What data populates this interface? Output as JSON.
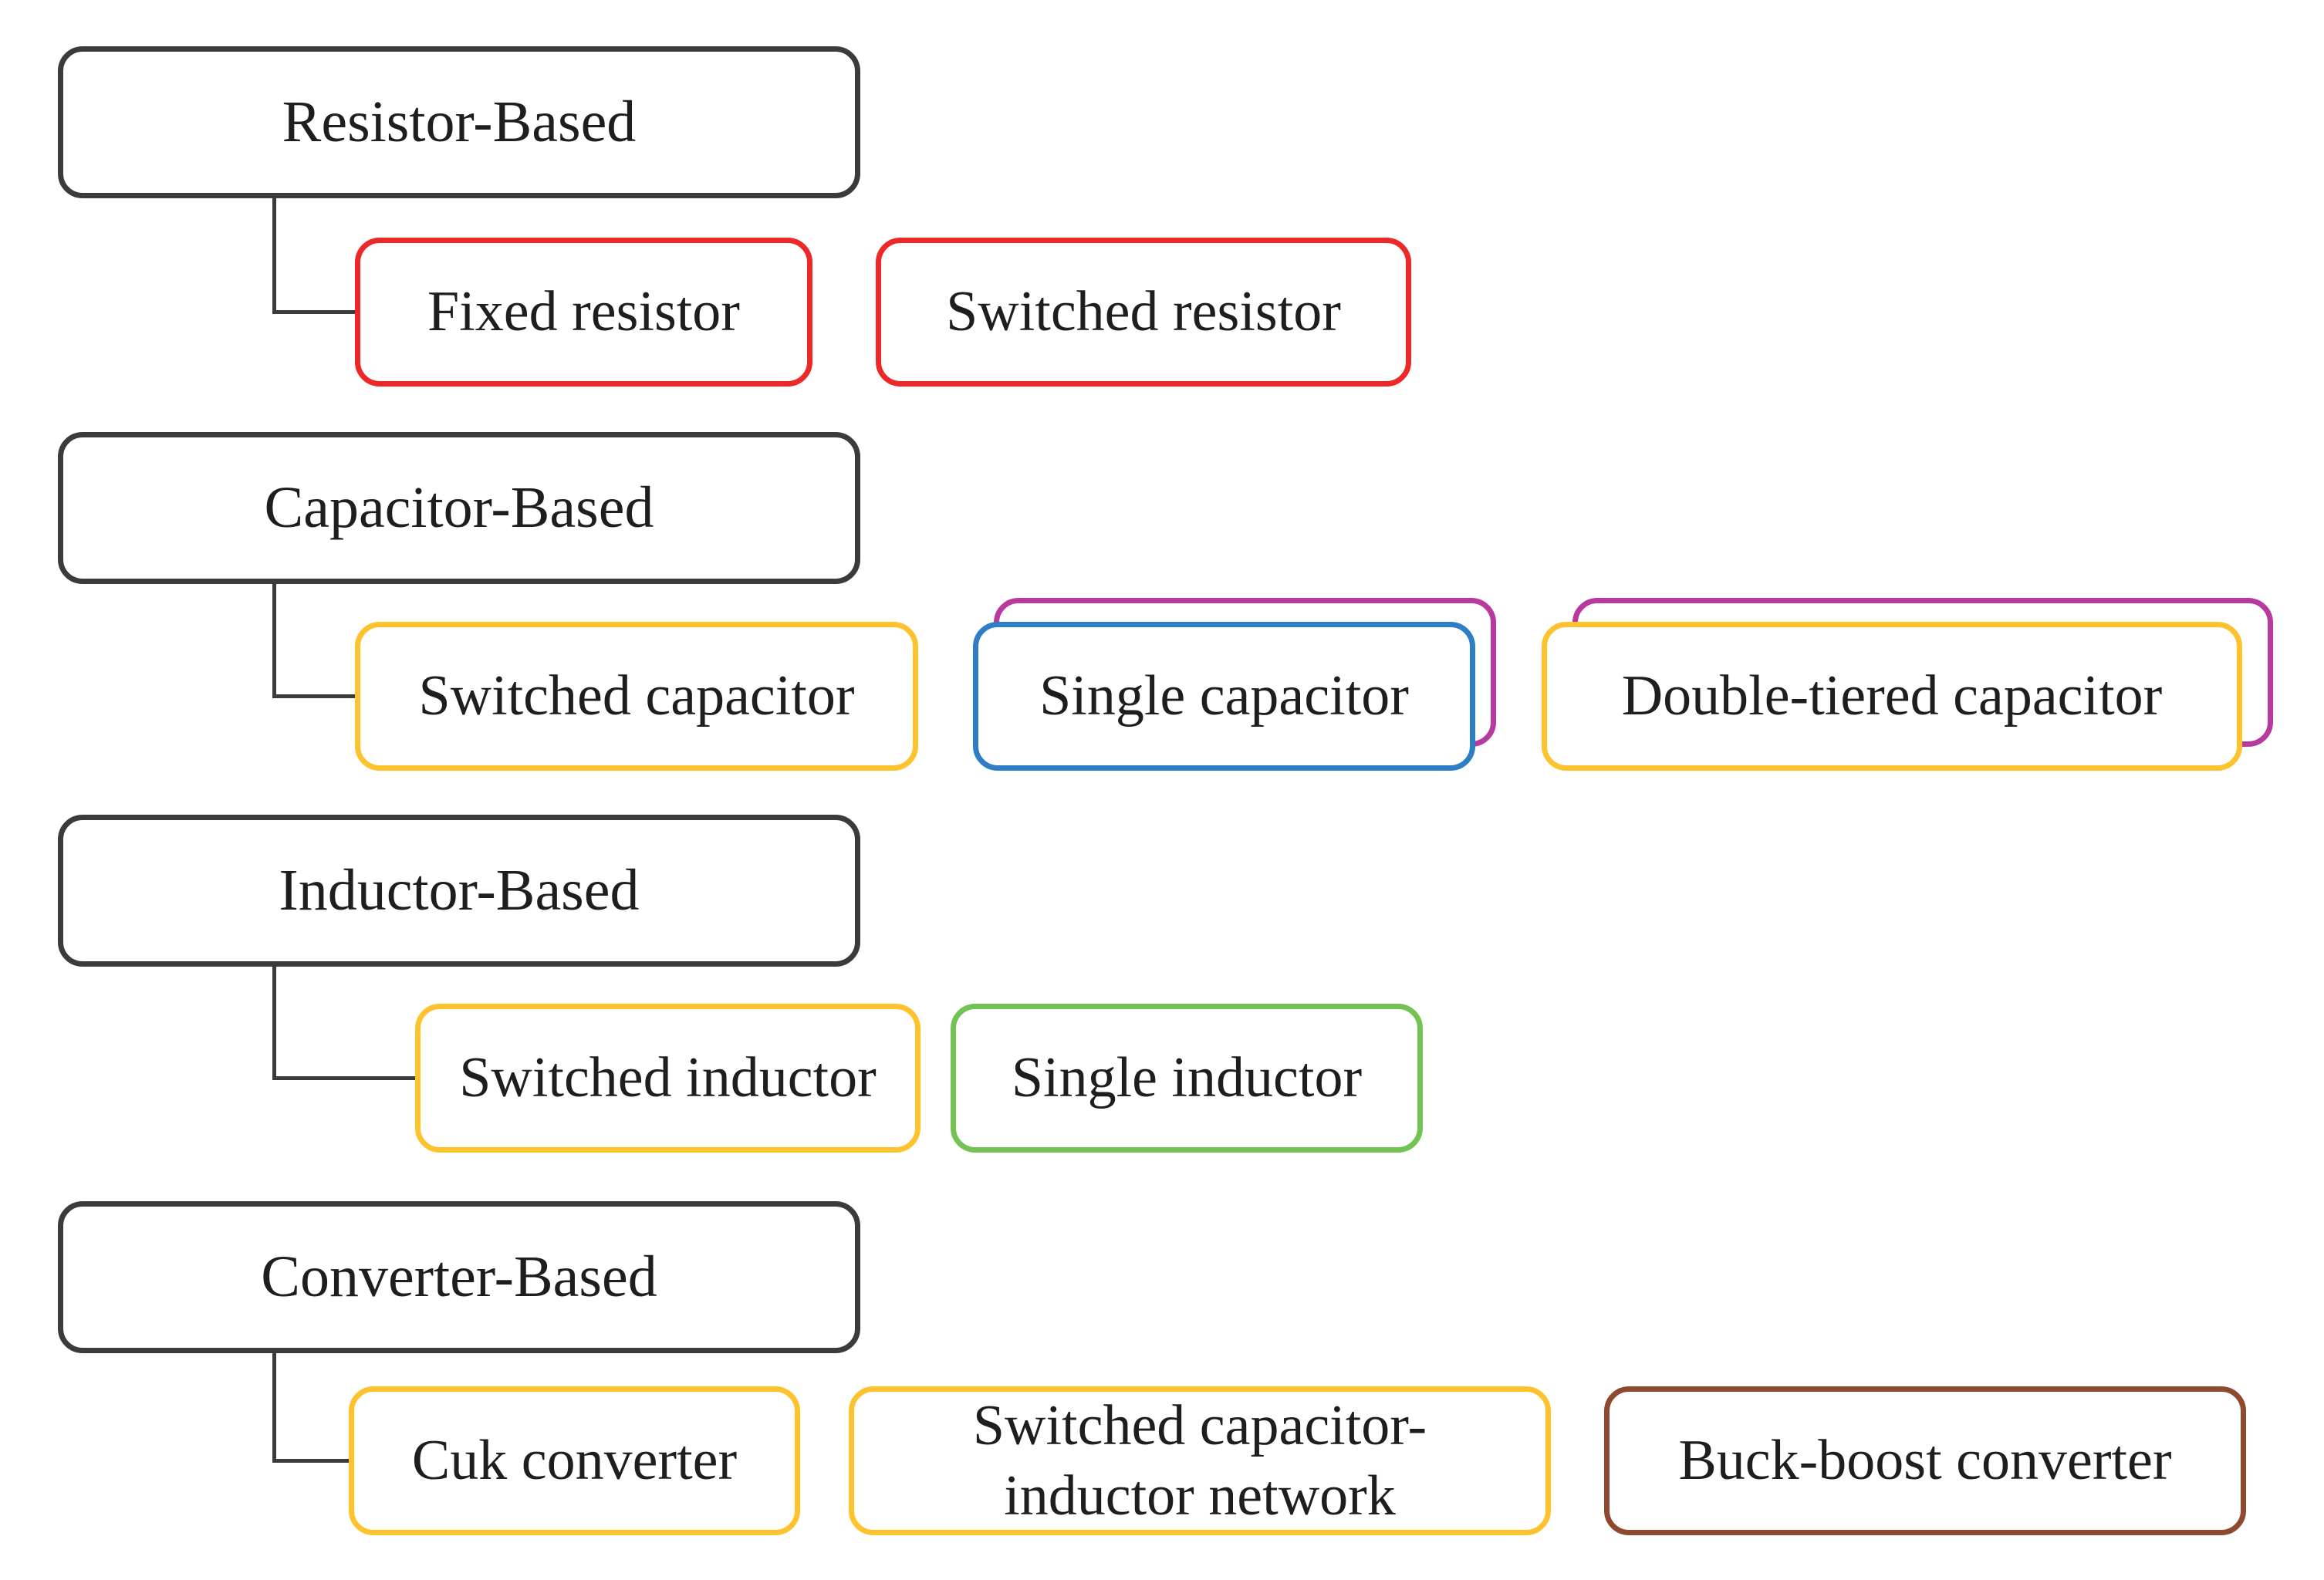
{
  "page": {
    "background": "#ffffff"
  },
  "colors": {
    "ink": "#1e1e1e",
    "black": "#3b3b3b",
    "red": "#ec2828",
    "yellow": "#fdc32e",
    "blue": "#2f7ec5",
    "magenta": "#b93a9e",
    "green": "#72c353",
    "brown": "#8e4a2e"
  },
  "diagram": {
    "type": "taxonomy-block-diagram",
    "groups": [
      {
        "label": "Resistor-Based",
        "border_color": "black",
        "children": [
          {
            "label": "Fixed resistor",
            "border_color": "red",
            "connected_to_parent": true
          },
          {
            "label": "Switched resistor",
            "border_color": "red",
            "connected_to_parent": false
          }
        ]
      },
      {
        "label": "Capacitor-Based",
        "border_color": "black",
        "children": [
          {
            "label": "Switched capacitor",
            "border_color": "yellow",
            "connected_to_parent": true
          },
          {
            "label": "Single capacitor",
            "border_color": "blue",
            "connected_to_parent": false,
            "stacked_shadow_color": "magenta"
          },
          {
            "label": "Double-tiered capacitor",
            "border_color": "yellow",
            "connected_to_parent": false,
            "stacked_shadow_color": "magenta"
          }
        ]
      },
      {
        "label": "Inductor-Based",
        "border_color": "black",
        "children": [
          {
            "label": "Switched inductor",
            "border_color": "yellow",
            "connected_to_parent": true
          },
          {
            "label": "Single inductor",
            "border_color": "green",
            "connected_to_parent": false
          }
        ]
      },
      {
        "label": "Converter-Based",
        "border_color": "black",
        "children": [
          {
            "label": "Cuk converter",
            "border_color": "yellow",
            "connected_to_parent": true
          },
          {
            "label": "Switched capacitor-\ninductor network",
            "border_color": "yellow",
            "connected_to_parent": false
          },
          {
            "label": "Buck-boost converter",
            "border_color": "brown",
            "connected_to_parent": false
          }
        ]
      }
    ]
  }
}
